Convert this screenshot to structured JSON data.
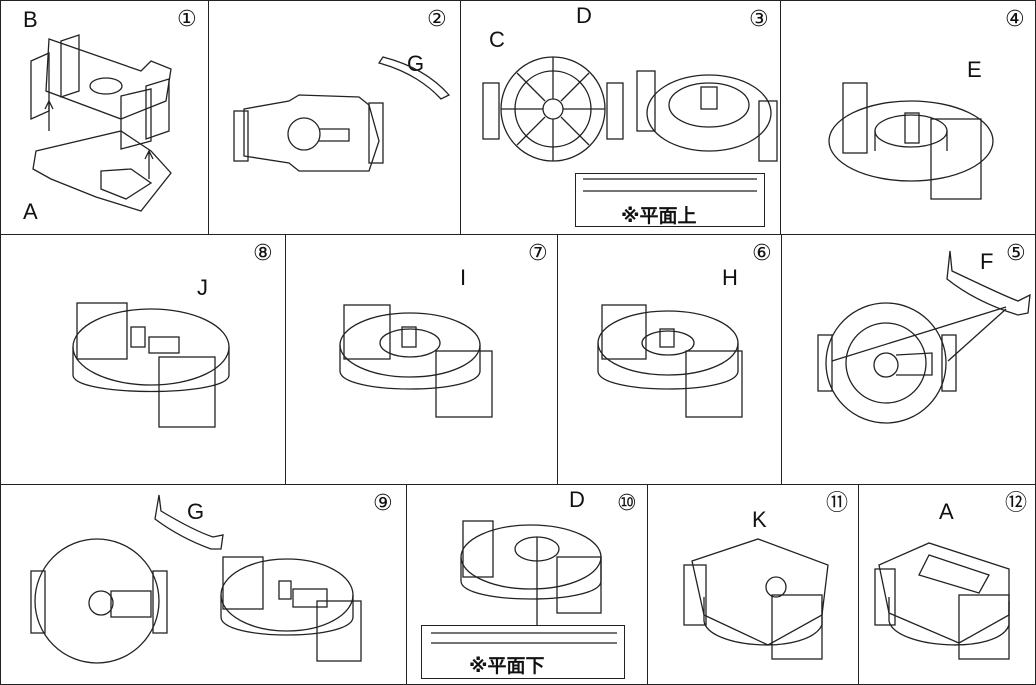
{
  "panels": [
    {
      "step": "①",
      "labels": [
        "B",
        "A"
      ]
    },
    {
      "step": "②",
      "labels": [
        "G"
      ]
    },
    {
      "step": "③",
      "labels": [
        "C",
        "D"
      ],
      "note": "※平面上"
    },
    {
      "step": "④",
      "labels": [
        "E"
      ]
    },
    {
      "step": "⑧",
      "labels": [
        "J"
      ]
    },
    {
      "step": "⑦",
      "labels": [
        "I"
      ]
    },
    {
      "step": "⑥",
      "labels": [
        "H"
      ]
    },
    {
      "step": "⑤",
      "labels": [
        "F"
      ]
    },
    {
      "step": "⑨",
      "labels": [
        "G"
      ]
    },
    {
      "step": "⑩",
      "labels": [
        "D"
      ],
      "note": "※平面下"
    },
    {
      "step": "⑪",
      "labels": [
        "K"
      ]
    },
    {
      "step": "⑫",
      "labels": [
        "A"
      ]
    }
  ]
}
